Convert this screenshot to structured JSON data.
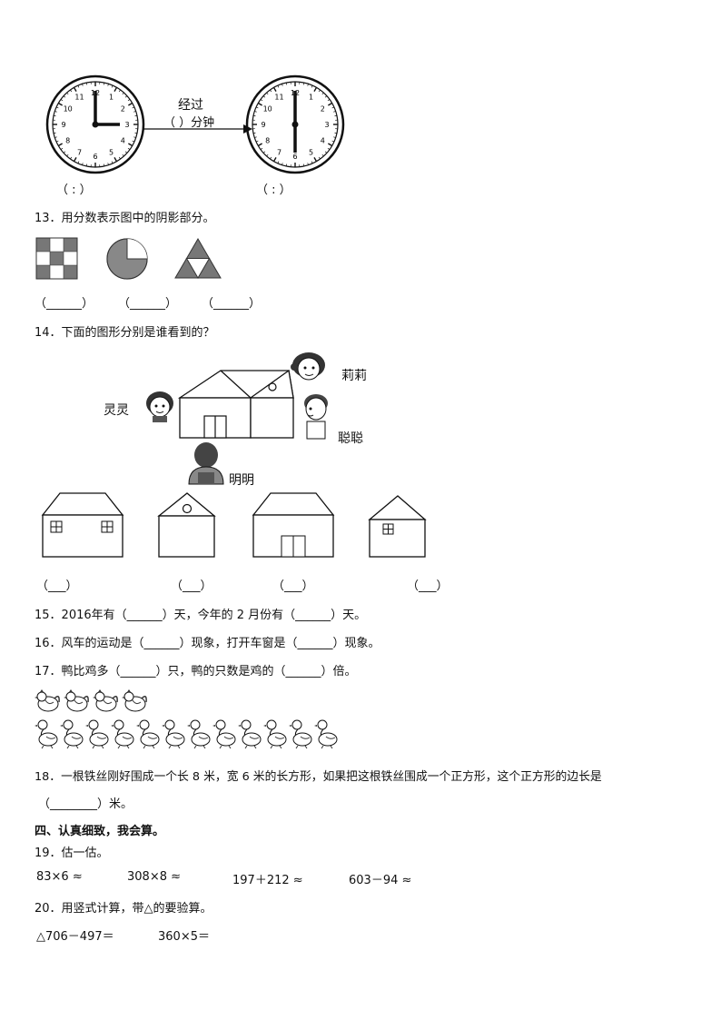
{
  "clock_problem": {
    "arrow_top": "经过",
    "arrow_bottom": "（   ）分钟",
    "time_blank": "（     :     ）",
    "clock_numbers": [
      "12",
      "1",
      "2",
      "3",
      "4",
      "5",
      "6",
      "7",
      "8",
      "9",
      "10",
      "11"
    ],
    "clock1_time": "3:00",
    "clock2_time": "6:00"
  },
  "q13": {
    "text": "13．用分数表示图中的阴影部分。",
    "blanks": [
      "（______）",
      "（______）",
      "（______）"
    ]
  },
  "q14": {
    "text": "14．下面的图形分别是谁看到的？",
    "names": {
      "lingling": "灵灵",
      "lili": "莉莉",
      "congcong": "聪聪",
      "mingming": "明明"
    },
    "blanks": [
      "（___）",
      "（___）",
      "（___）",
      "（___）"
    ]
  },
  "q15": {
    "text": "15．2016年有（______）天，今年的 2 月份有（______）天。"
  },
  "q16": {
    "text": "16．风车的运动是（______）现象，打开车窗是（______）现象。"
  },
  "q17": {
    "text": "17．鸭比鸡多（______）只，鸭的只数是鸡的（______）倍。",
    "chickens": 4,
    "ducks": 12
  },
  "q18": {
    "line1": "18．一根铁丝刚好围成一个长 8 米，宽 6 米的长方形，如果把这根铁丝围成一个正方形，这个正方形的边长是",
    "line2": "（________）米。"
  },
  "section4": {
    "heading": "四、认真细致，我会算。"
  },
  "q19": {
    "text": "19．估一估。",
    "items": [
      "83×6 ≈",
      "308×8 ≈",
      "197＋212 ≈",
      "603－94 ≈"
    ]
  },
  "q20": {
    "text": "20．用竖式计算，带△的要验算。",
    "items": [
      "△706－497＝",
      "360×5＝"
    ]
  }
}
